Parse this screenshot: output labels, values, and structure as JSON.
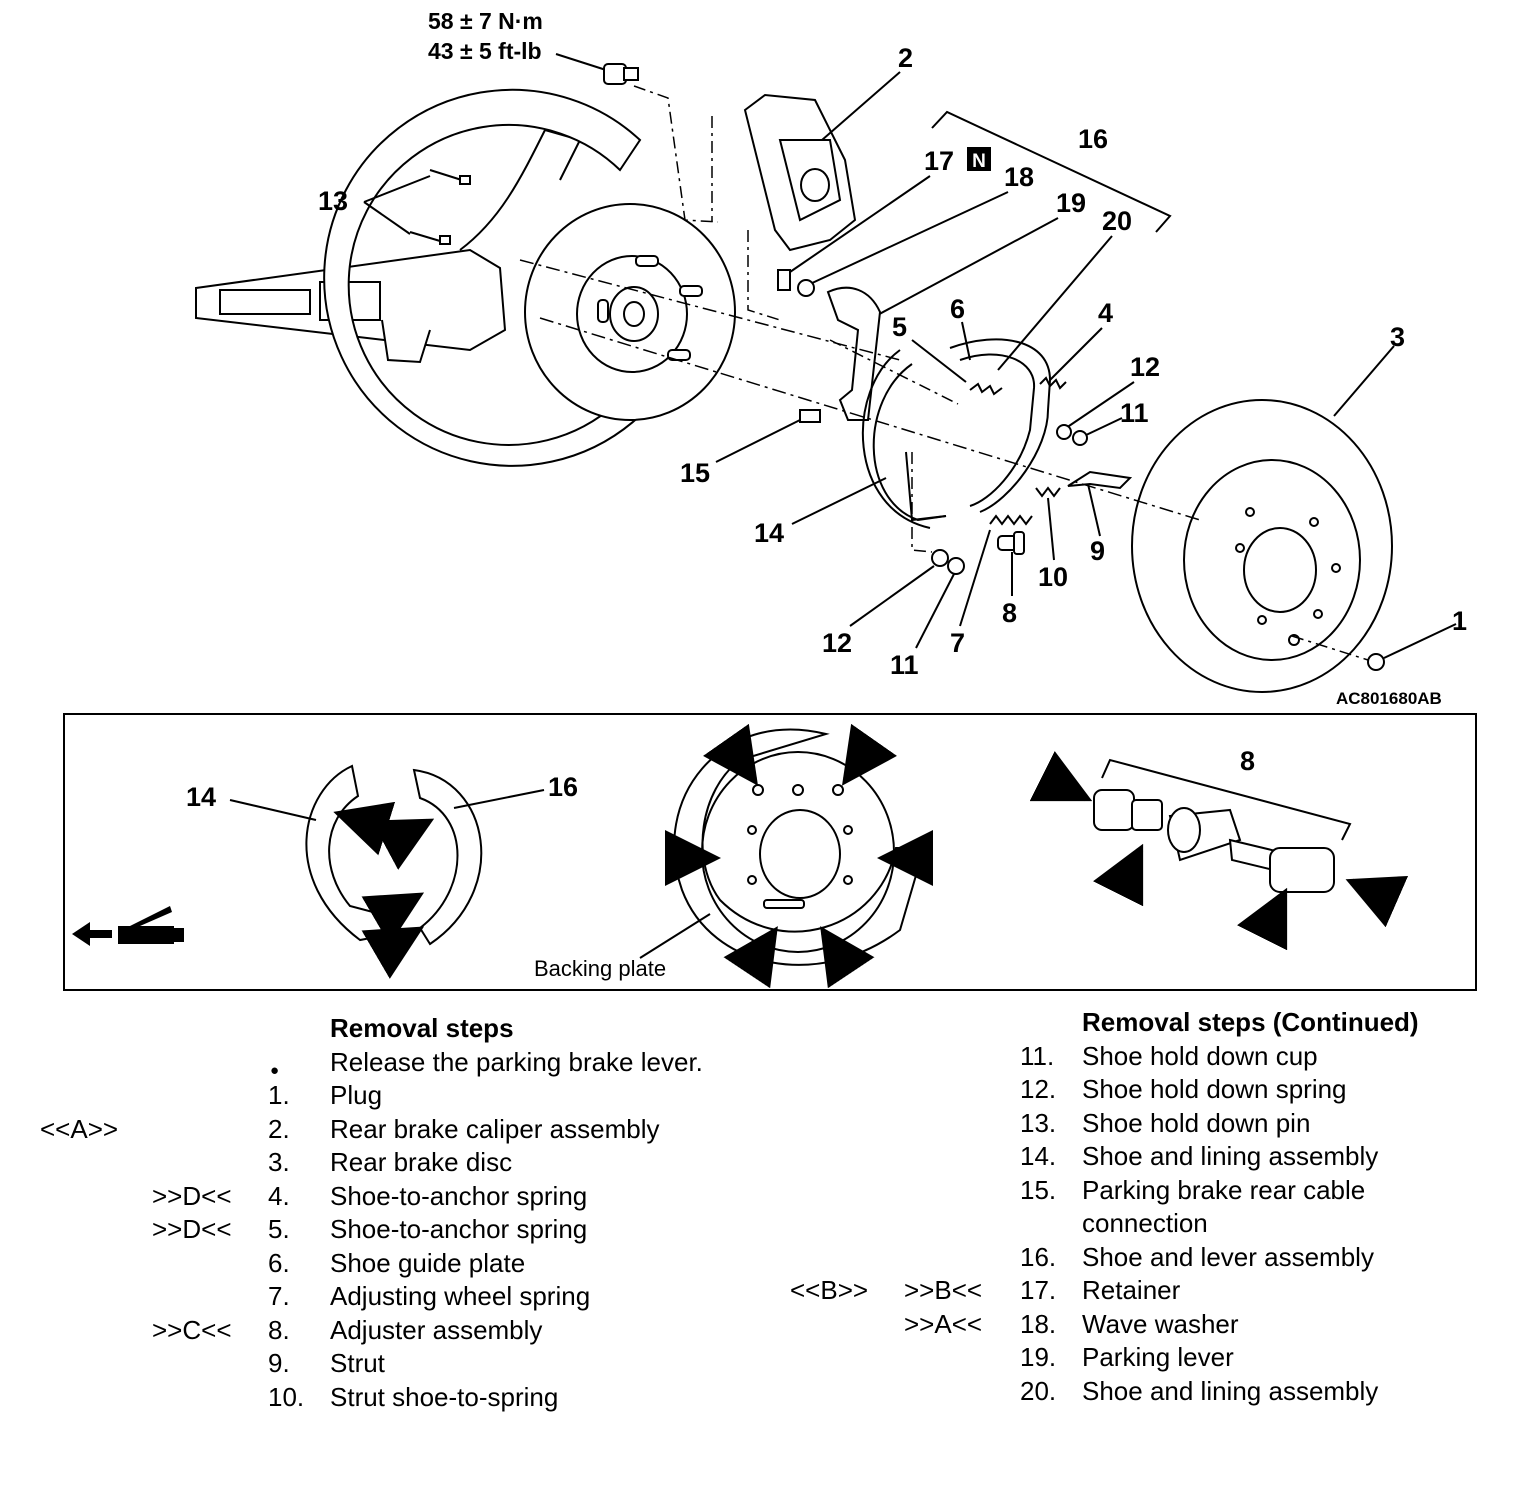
{
  "torque": {
    "line1": "58 ± 7 N·m",
    "line2": "43 ± 5 ft-lb"
  },
  "figure_id": "AC801680AB",
  "callouts": [
    "1",
    "2",
    "3",
    "4",
    "5",
    "6",
    "7",
    "8",
    "9",
    "10",
    "11",
    "12",
    "13",
    "14",
    "15",
    "16",
    "17",
    "18",
    "19",
    "20"
  ],
  "callout_11b": "11",
  "callout_12b": "12",
  "badge_n": "N",
  "inset": {
    "label_14": "14",
    "label_16": "16",
    "label_8": "8",
    "backing_plate": "Backing plate"
  },
  "left_steps": {
    "header": "Removal steps",
    "items": [
      {
        "code": "",
        "num": "●",
        "text": "Release the parking brake lever."
      },
      {
        "code": "",
        "num": "1.",
        "text": "Plug"
      },
      {
        "code": "<<A>>",
        "num": "2.",
        "text": "Rear brake caliper assembly"
      },
      {
        "code": "",
        "num": "3.",
        "text": "Rear brake disc"
      },
      {
        "code": ">>D<<",
        "num": "4.",
        "text": "Shoe-to-anchor spring"
      },
      {
        "code": ">>D<<",
        "num": "5.",
        "text": "Shoe-to-anchor spring"
      },
      {
        "code": "",
        "num": "6.",
        "text": "Shoe guide plate"
      },
      {
        "code": "",
        "num": "7.",
        "text": "Adjusting wheel spring"
      },
      {
        "code": ">>C<<",
        "num": "8.",
        "text": "Adjuster assembly"
      },
      {
        "code": "",
        "num": "9.",
        "text": "Strut"
      },
      {
        "code": "",
        "num": "10.",
        "text": "Strut shoe-to-spring"
      }
    ]
  },
  "right_steps": {
    "header": "Removal steps (Continued)",
    "items": [
      {
        "code1": "",
        "code2": "",
        "num": "11.",
        "text": "Shoe hold down cup"
      },
      {
        "code1": "",
        "code2": "",
        "num": "12.",
        "text": "Shoe hold down spring"
      },
      {
        "code1": "",
        "code2": "",
        "num": "13.",
        "text": "Shoe hold down pin"
      },
      {
        "code1": "",
        "code2": "",
        "num": "14.",
        "text": "Shoe and lining assembly"
      },
      {
        "code1": "",
        "code2": "",
        "num": "15.",
        "text": "Parking brake rear cable"
      },
      {
        "code1": "",
        "code2": "",
        "num": "",
        "text": "connection"
      },
      {
        "code1": "",
        "code2": "",
        "num": "16.",
        "text": "Shoe and lever assembly"
      },
      {
        "code1": "<<B>>",
        "code2": ">>B<<",
        "num": "17.",
        "text": "Retainer"
      },
      {
        "code1": "",
        "code2": ">>A<<",
        "num": "18.",
        "text": "Wave washer"
      },
      {
        "code1": "",
        "code2": "",
        "num": "19.",
        "text": "Parking lever"
      },
      {
        "code1": "",
        "code2": "",
        "num": "20.",
        "text": "Shoe and lining assembly"
      }
    ]
  }
}
